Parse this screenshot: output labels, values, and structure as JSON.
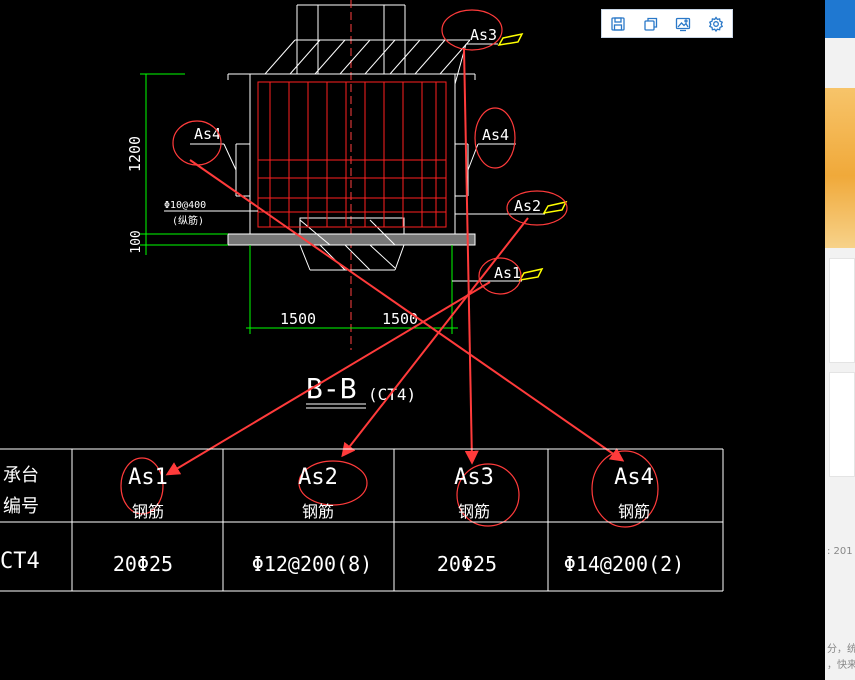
{
  "toolbar": {
    "buttons": [
      {
        "name": "save-icon"
      },
      {
        "name": "copy-icon"
      },
      {
        "name": "image-icon"
      },
      {
        "name": "settings-icon"
      }
    ]
  },
  "drawing": {
    "section_title": "B-B",
    "section_subtitle": "(CT4)",
    "dimensions": {
      "height_main": "1200",
      "height_cushion": "100",
      "width_left": "1500",
      "width_right": "1500"
    },
    "rebar_note_line1": "Φ10@400",
    "rebar_note_line2": "(纵筋)",
    "labels": {
      "as1": "As1",
      "as2": "As2",
      "as3": "As3",
      "as4_left": "As4",
      "as4_right": "As4"
    }
  },
  "table": {
    "header_col0_line1": "承台",
    "header_col0_line2": "编号",
    "columns": [
      {
        "line1": "As1",
        "line2": "钢筋"
      },
      {
        "line1": "As2",
        "line2": "钢筋"
      },
      {
        "line1": "As3",
        "line2": "钢筋"
      },
      {
        "line1": "As4",
        "line2": "钢筋"
      }
    ],
    "row": {
      "id": "CT4",
      "values": [
        "20Φ25",
        "Φ12@200(8)",
        "20Φ25",
        "Φ14@200(2)"
      ]
    }
  },
  "sidebar": {
    "snippet_date": ": 201",
    "snippet_line1": "分，统",
    "snippet_line2": "，快来"
  },
  "colors": {
    "background": "#000000",
    "drawing_lines": "#ffffff",
    "dimension_lines": "#00ff00",
    "rebar": "#ff2020",
    "annotation": "#ff3b3b",
    "label_tag": "#ffff00",
    "toolbar_icon": "#2a78c8"
  }
}
